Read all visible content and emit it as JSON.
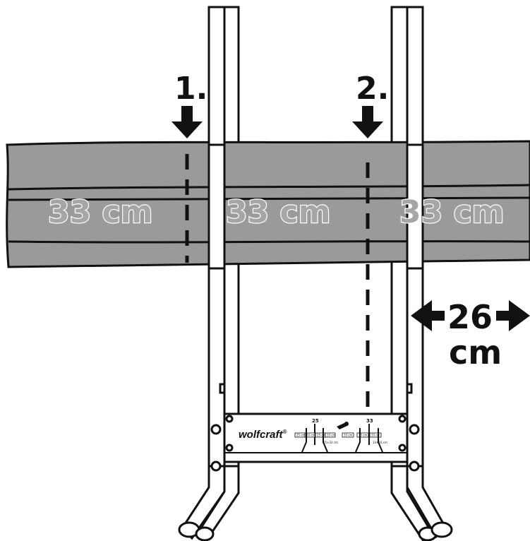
{
  "steps": {
    "first": "1.",
    "second": "2."
  },
  "board": {
    "segments": [
      "33 cm",
      "33 cm",
      "33 cm"
    ]
  },
  "frame_width": {
    "value": "26",
    "unit": "cm"
  },
  "brand": {
    "name": "wolfcraft",
    "registered": "®"
  },
  "plate": {
    "left_mark": "25",
    "right_mark": "33",
    "left_boxes": [
      "25 cm",
      "33 cm",
      "25 cm",
      "33 cm"
    ],
    "right_boxes": [
      "33 cm",
      "33 cm",
      "33 cm"
    ],
    "left_note": "25+33 cm",
    "right_note": "33+33 cm"
  },
  "colors": {
    "wood": "#9a9a9a",
    "line": "#111111",
    "background": "#ffffff"
  },
  "icons": [
    "down-arrow-icon",
    "left-arrow-icon",
    "right-arrow-icon",
    "saw-icon",
    "screw-icon"
  ]
}
